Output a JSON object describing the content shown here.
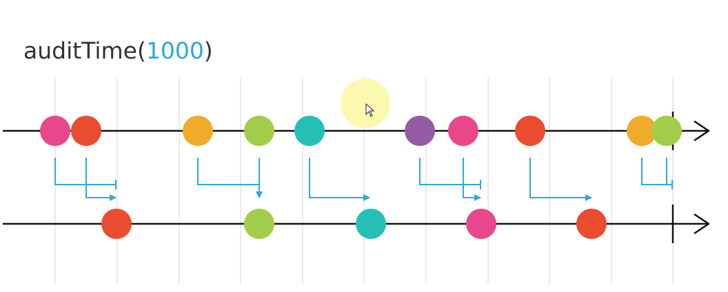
{
  "title": {
    "operator": "auditTime(",
    "argument": "1000",
    "close": ")"
  },
  "colors": {
    "grid": "#e3e3e3",
    "line": "#111111",
    "arrow": "#2aa8e0",
    "cursor_halo": "#fbf8b0",
    "pink": "#e8478b",
    "red": "#ea4c30",
    "orange": "#f1ab2b",
    "green": "#a1cd4a",
    "teal": "#25bfb6",
    "purple": "#955ba5"
  },
  "source_marbles": [
    {
      "name": "pink",
      "color": "pink"
    },
    {
      "name": "red",
      "color": "red"
    },
    {
      "name": "orange",
      "color": "orange"
    },
    {
      "name": "green",
      "color": "green"
    },
    {
      "name": "teal",
      "color": "teal"
    },
    {
      "name": "purple",
      "color": "purple"
    },
    {
      "name": "pink",
      "color": "pink"
    },
    {
      "name": "red",
      "color": "red"
    },
    {
      "name": "orange",
      "color": "orange"
    },
    {
      "name": "green",
      "color": "green"
    }
  ],
  "output_marbles": [
    {
      "name": "red",
      "color": "red"
    },
    {
      "name": "green",
      "color": "green"
    },
    {
      "name": "teal",
      "color": "teal"
    },
    {
      "name": "pink",
      "color": "pink"
    },
    {
      "name": "red",
      "color": "red"
    }
  ],
  "connectors": [
    {
      "style": "bracket"
    },
    {
      "style": "down-right-arrow"
    },
    {
      "style": "bracket"
    },
    {
      "style": "down-arrow"
    },
    {
      "style": "down-right-arrow"
    },
    {
      "style": "bracket"
    },
    {
      "style": "down-right-arrow"
    },
    {
      "style": "down-right-arrow"
    },
    {
      "style": "bracket"
    },
    {
      "style": "bracket"
    }
  ],
  "source_completes": true,
  "output_completes": true
}
